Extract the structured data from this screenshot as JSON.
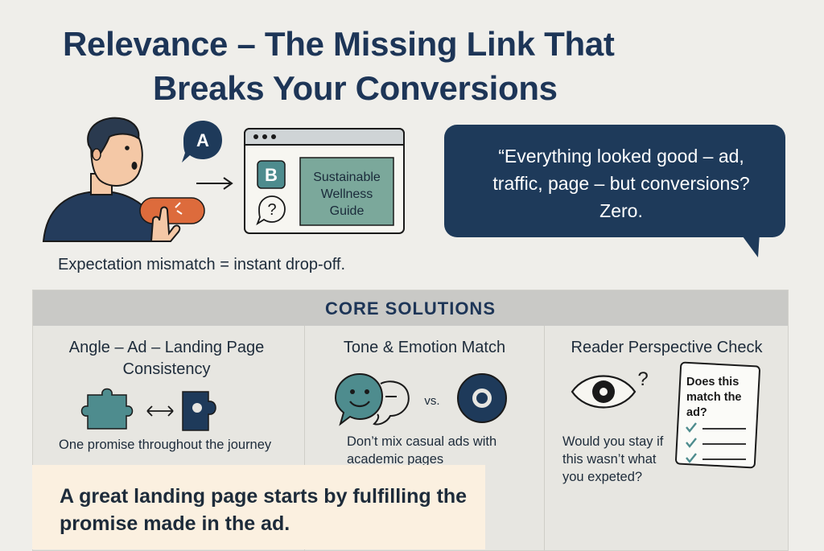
{
  "title": {
    "line1": "Relevance – The Missing Link That",
    "line2": "Breaks Your Conversions"
  },
  "illustration": {
    "bubble_a": "A",
    "badge_b": "B",
    "landing_heading": [
      "Sustainable",
      "Wellness",
      "Guide"
    ],
    "question_mark": "?",
    "caption": "Expectation mismatch = instant drop-off."
  },
  "quote": {
    "text": "“Everything looked good – ad, traffic, page – but conversions? Zero."
  },
  "solutions": {
    "header": "CORE SOLUTIONS",
    "columns": [
      {
        "title": "Angle – Ad – Landing Page Consistency",
        "desc": "One promise throughout the journey"
      },
      {
        "title": "Tone & Emotion Match",
        "vs": "vs.",
        "desc": "Don’t mix casual ads with academic pages"
      },
      {
        "title": "Reader Perspective Check",
        "checklist_title": [
          "Does this",
          "match the",
          "ad?"
        ],
        "question_mark": "?",
        "desc": "Would you stay if this wasn’t what you expeted?"
      }
    ]
  },
  "takeaway": "A great landing page starts by fulfilling the promise made in the ad.",
  "colors": {
    "navy": "#1d3557",
    "accent_orange": "#dd6b3c",
    "teal": "#4e8c8e",
    "panel_green": "#7ba89b",
    "cream": "#fbf0e0"
  }
}
